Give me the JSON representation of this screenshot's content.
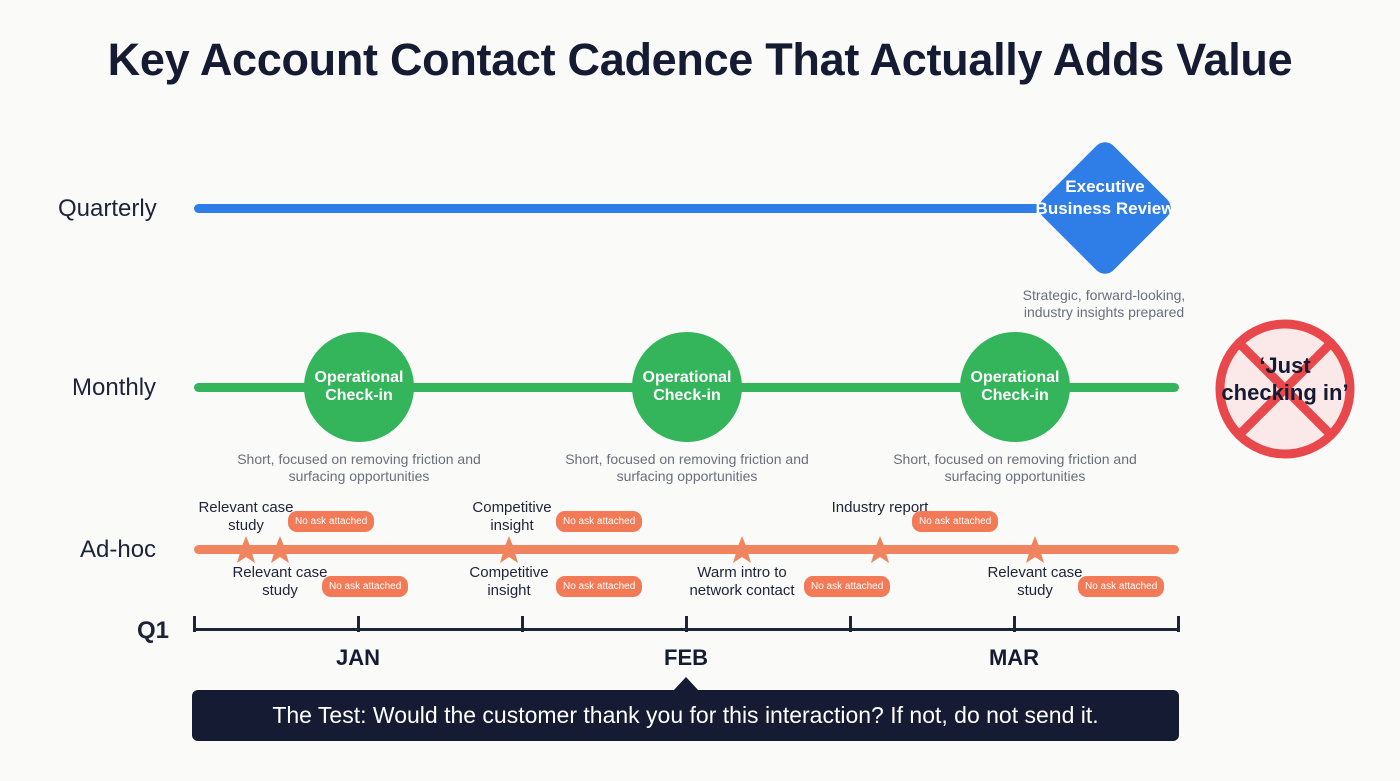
{
  "title": "Key Account Contact Cadence That Actually Adds Value",
  "rows": {
    "quarterly": "Quarterly",
    "monthly": "Monthly",
    "adhoc": "Ad-hoc",
    "period": "Q1"
  },
  "quarterly": {
    "milestone": "Executive Business Review",
    "note": "Strategic, forward-looking, industry insights prepared"
  },
  "monthly": {
    "checkins": [
      {
        "label": "Operational Check-in",
        "note": "Short, focused on removing friction and surfacing opportunities"
      },
      {
        "label": "Operational Check-in",
        "note": "Short, focused on removing friction and surfacing opportunities"
      },
      {
        "label": "Operational Check-in",
        "note": "Short, focused on removing friction and surfacing opportunities"
      }
    ]
  },
  "anti_pattern": "‘Just checking in’",
  "adhoc": {
    "tag": "No ask attached",
    "activities": [
      {
        "label": "Relevant case study"
      },
      {
        "label": "Relevant case study"
      },
      {
        "label": "Competitive insight"
      },
      {
        "label": "Competitive insight"
      },
      {
        "label": "Warm intro to network contact"
      },
      {
        "label": "Industry report"
      },
      {
        "label": "Relevant case study"
      }
    ]
  },
  "months": [
    "JAN",
    "FEB",
    "MAR"
  ],
  "callout": "The Test: Would the customer thank you for this interaction? If not, do not send it.",
  "colors": {
    "quarterly": "#2f7de6",
    "monthly": "#35b55b",
    "adhoc": "#f0845f",
    "prohibited": "#e8484b",
    "dark": "#141b33"
  }
}
